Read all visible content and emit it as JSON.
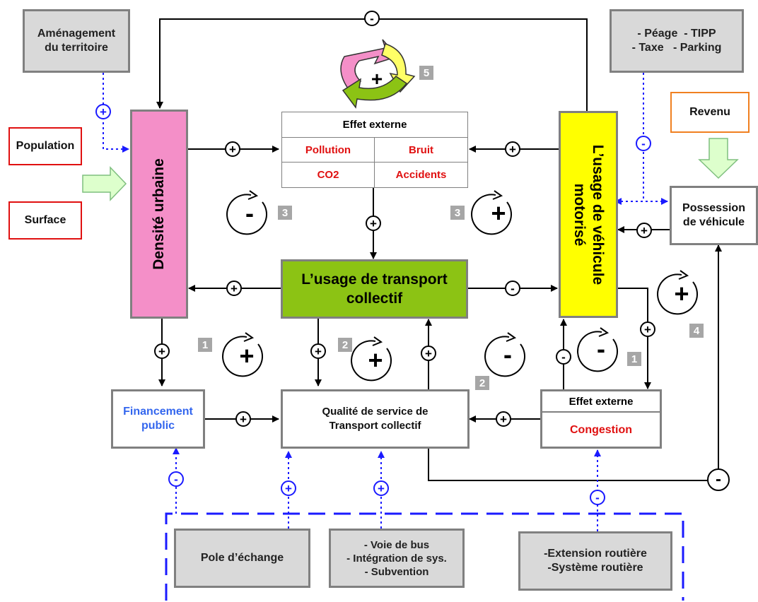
{
  "boxes": {
    "amenagement": "Aménagement\ndu territoire",
    "peage": "- Péage  - TIPP\n- Taxe   - Parking",
    "population": "Population",
    "surface": "Surface",
    "revenu": "Revenu",
    "densite": "Densité urbaine",
    "usage_vehicule": "L’usage de véhicule\nmotorisé",
    "possession": "Possession\nde véhicule",
    "usage_tc": "L’usage de transport\ncollectif",
    "financement": "Financement\npublic",
    "qualite": "Qualité de service de\nTransport collectif",
    "pole": "Pole d’échange",
    "voie_bus": "- Voie de bus\n- Intégration de sys.\n- Subvention",
    "extension": "-Extension routière\n-Système routière"
  },
  "effet_externe_top": {
    "title": "Effet externe",
    "cells": [
      "Pollution",
      "Bruit",
      "CO2",
      "Accidents"
    ]
  },
  "effet_externe_bottom": {
    "title": "Effet externe",
    "cell": "Congestion"
  },
  "loop_numbers": [
    "5",
    "3",
    "3",
    "1",
    "2",
    "2",
    "1",
    "4"
  ],
  "signs": {
    "plus": "+",
    "minus": "-"
  },
  "colors": {
    "pink": "#f48fc8",
    "yellow": "#ffff00",
    "green": "#8cc314",
    "gray_box": "#d9d9d9",
    "red_text": "#e01010",
    "blue": "#1a1aff",
    "arrow_fill": "#ddffcc",
    "revenu_border": "#f08020"
  }
}
